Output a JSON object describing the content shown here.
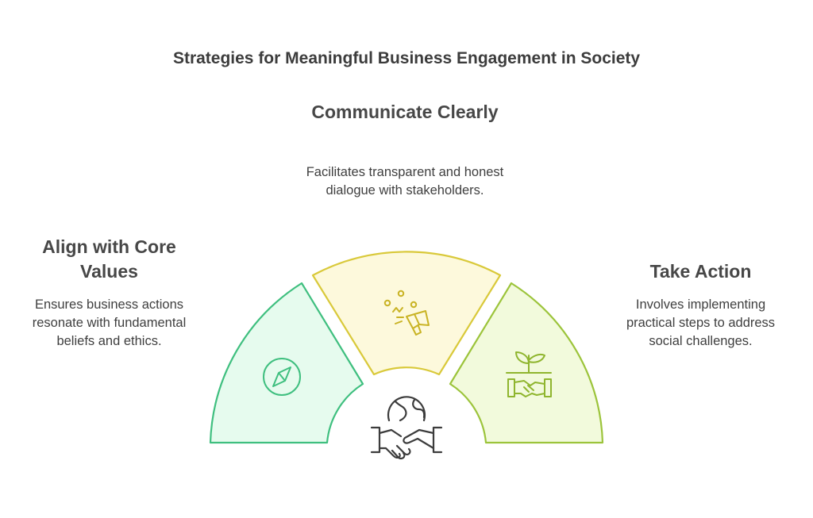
{
  "title": "Strategies for Meaningful Business Engagement in Society",
  "segments": [
    {
      "heading": "Align with Core Values",
      "description": "Ensures business actions resonate with fundamental beliefs and ethics.",
      "icon": "compass-icon",
      "fill": "#e6fbee",
      "stroke": "#3fbf7f"
    },
    {
      "heading": "Communicate Clearly",
      "description": "Facilitates transparent and honest dialogue with stakeholders.",
      "icon": "megaphone-icon",
      "fill": "#fdf9dc",
      "stroke": "#d9c93a"
    },
    {
      "heading": "Take Action",
      "description": "Involves implementing practical steps to address social challenges.",
      "icon": "plant-handshake-icon",
      "fill": "#f2fadc",
      "stroke": "#9cc43b"
    }
  ],
  "center_icon": "globe-handshake-icon"
}
